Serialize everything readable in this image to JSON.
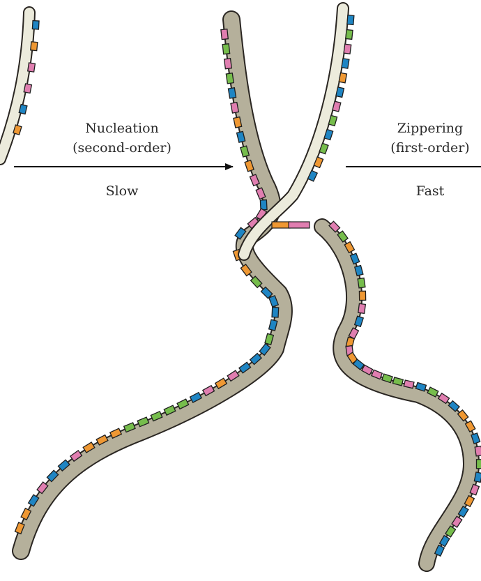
{
  "steps": [
    {
      "title": "Nucleation",
      "order": "(second-order)",
      "speed": "Slow"
    },
    {
      "title": "Zippering",
      "order": "(first-order)",
      "speed": "Fast"
    }
  ],
  "colors": {
    "backbone": "#b5b09b",
    "backbone_light": "#ecebdc",
    "outline": "#2a2622",
    "base_pink": "#e07eb0",
    "base_blue": "#1f85c3",
    "base_orange": "#ef9833",
    "base_green": "#76bd4c",
    "arrow": "#111111"
  },
  "icons": [
    "arrow-right-icon"
  ]
}
